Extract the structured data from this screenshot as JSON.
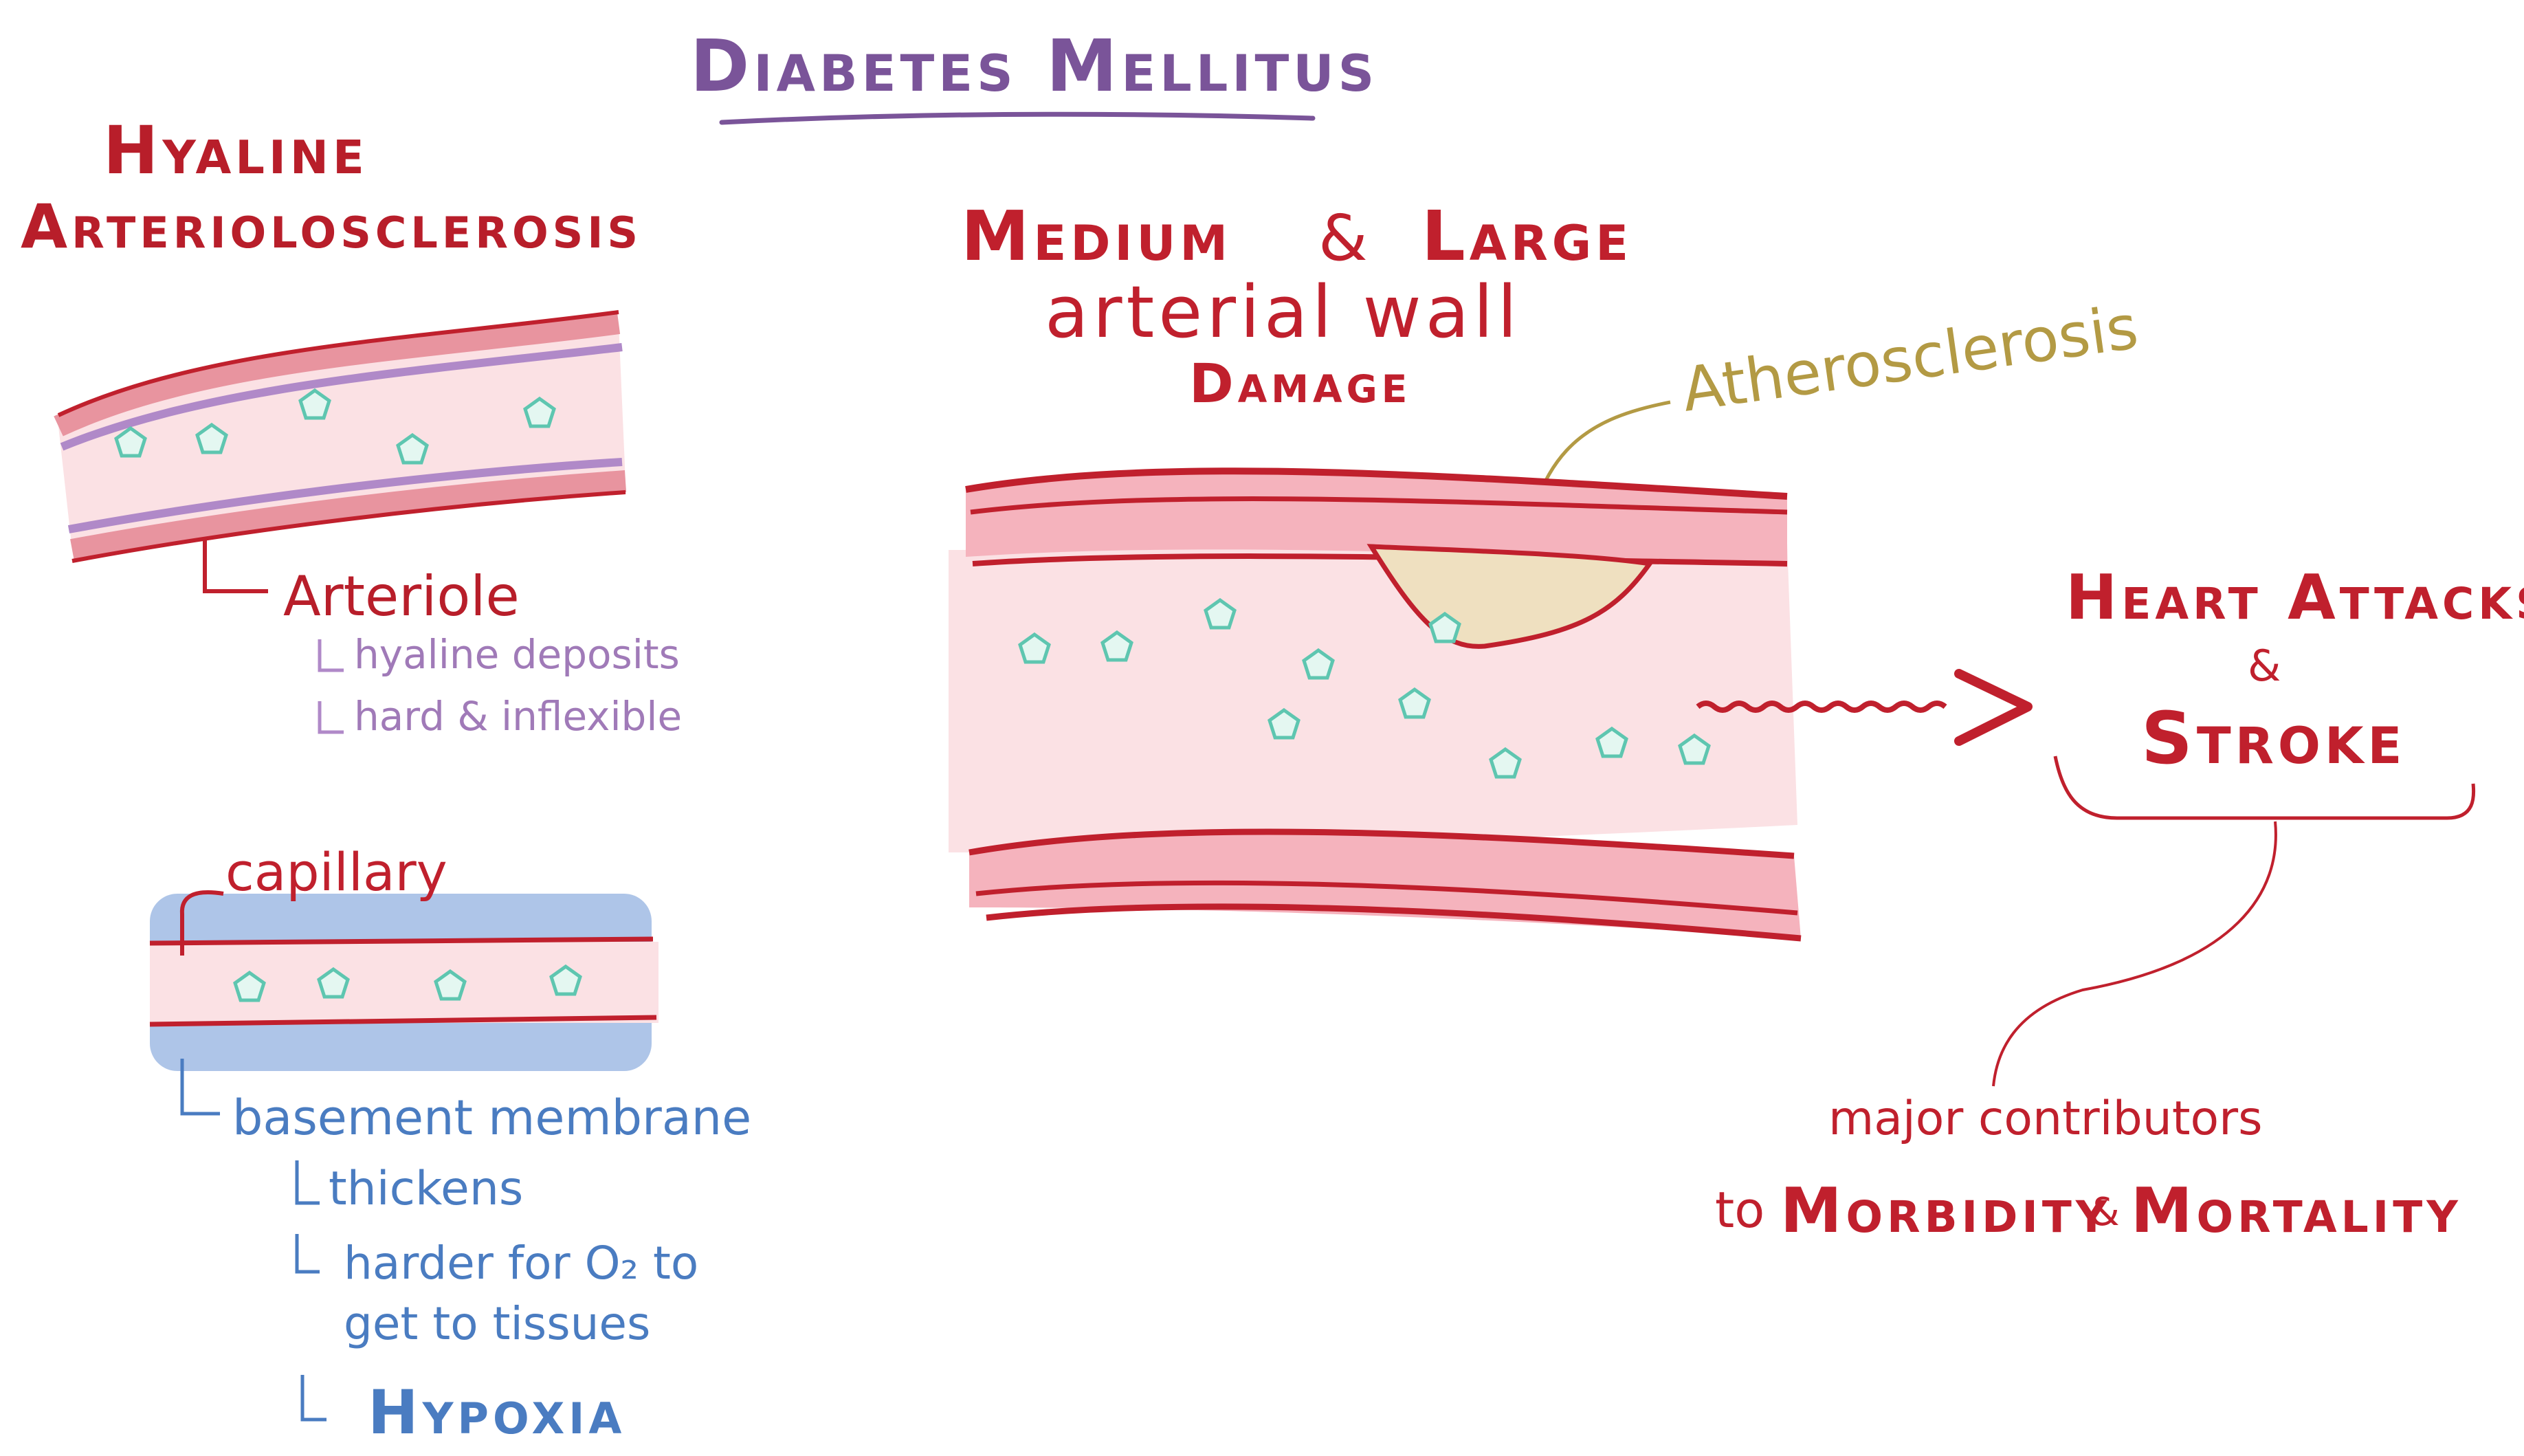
{
  "title": "Diabetes Mellitus",
  "hyaline": {
    "title_line1": "Hyaline",
    "title_line2": "Arteriolosclerosis",
    "vessel_label": "Arteriole",
    "notes": [
      "hyaline deposits",
      "hard & inflexible"
    ]
  },
  "capillary": {
    "label": "capillary",
    "membrane_label": "basement membrane",
    "notes": [
      "thickens",
      "harder for O₂ to",
      "get to tissues"
    ],
    "result": "Hypoxia"
  },
  "large_artery": {
    "title_line1_a": "Medium",
    "title_line1_amp": "&",
    "title_line1_b": "Large",
    "title_line2": "arterial wall",
    "title_line3": "Damage",
    "plaque_label": "Atherosclerosis"
  },
  "outcome": {
    "line1": "Heart Attacks",
    "amp": "&",
    "line2": "Stroke",
    "contrib_line1": "major contributors",
    "contrib_to": "to",
    "contrib_a": "Morbidity",
    "contrib_amp": "&",
    "contrib_b": "Mortality"
  },
  "colors": {
    "title": "#7a5499",
    "red": "#c0202d",
    "vessel_fill": "#fbe1e4",
    "wall_fill": "#f5b3bd",
    "hyaline": "#b089c8",
    "glucose": "#5ec6b0",
    "plaque": "#efe0c0",
    "plaque_label": "#b39a44",
    "membrane": "#aec5e8",
    "blue_text": "#4a7cc1"
  },
  "icons": [
    "glucose-molecule-icon",
    "right-arrow-icon"
  ]
}
